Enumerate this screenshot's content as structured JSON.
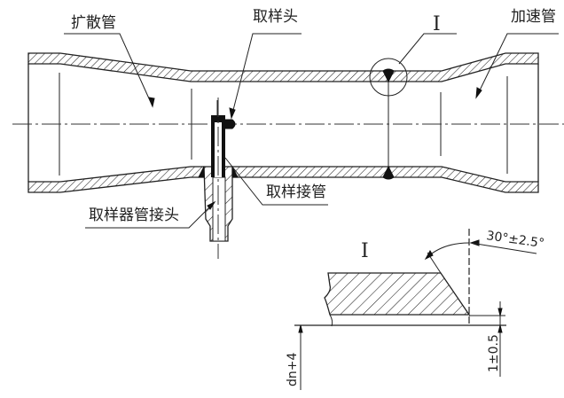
{
  "drawing": {
    "title": "Venturi sampling tube assembly",
    "labels": {
      "diffuser": "扩散管",
      "sampling_head": "取样头",
      "detail_mark": "I",
      "accelerator": "加速管",
      "sampling_pipe": "取样接管",
      "sampler_fitting": "取样器管接头"
    },
    "detail": {
      "title": "I",
      "angle": "30°±2.5°",
      "root_gap": "1±0.5",
      "diameter": "dn+4"
    },
    "colors": {
      "line": "#222222",
      "background": "#ffffff"
    }
  }
}
